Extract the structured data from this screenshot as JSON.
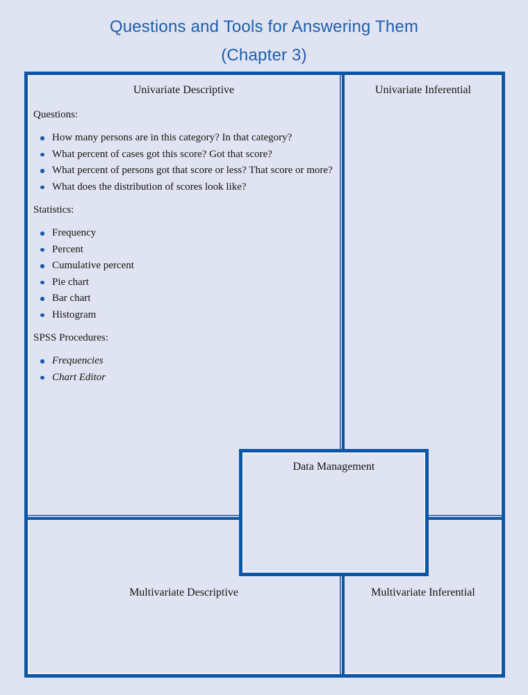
{
  "page": {
    "title_line1": "Questions and Tools for Answering Them",
    "title_line2": "(Chapter 3)"
  },
  "colors": {
    "background": "#e0e3f1",
    "border_blue": "#0d56a6",
    "title_blue": "#1c5fad",
    "bullet_blue": "#1659a8",
    "text": "#141414"
  },
  "quadrants": {
    "univariate_descriptive": {
      "title": "Univariate Descriptive",
      "sections": [
        {
          "label": "Questions:",
          "style": "normal",
          "items": [
            "How many persons are in this category? In that category?",
            "What percent of cases got this score? Got that score?",
            "What percent of persons got that score or less? That score or more?",
            "What does the distribution of scores look like?"
          ]
        },
        {
          "label": "Statistics:",
          "style": "normal",
          "items": [
            "Frequency",
            "Percent",
            "Cumulative percent",
            "Pie chart",
            "Bar chart",
            "Histogram"
          ]
        },
        {
          "label": "SPSS Procedures:",
          "style": "italic",
          "items": [
            "Frequencies",
            "Chart Editor"
          ]
        }
      ]
    },
    "univariate_inferential": {
      "title": "Univariate Inferential"
    },
    "multivariate_descriptive": {
      "title": "Multivariate Descriptive"
    },
    "multivariate_inferential": {
      "title": "Multivariate Inferential"
    },
    "data_management": {
      "title": "Data Management"
    }
  }
}
